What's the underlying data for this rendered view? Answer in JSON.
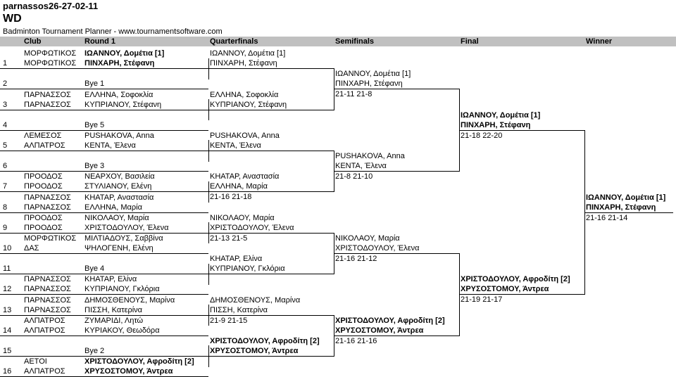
{
  "tournament": {
    "code": "parnassos26-27-02-11",
    "name": "WD",
    "subtitle": "Badminton Tournament Planner - www.tournamentsoftware.com"
  },
  "columns": [
    "Club",
    "Round 1",
    "Quarterfinals",
    "Semifinals",
    "Final",
    "Winner"
  ],
  "entries": [
    {
      "num": "1",
      "club1": "ΜΟΡΦΩΤΙΚΟΣ",
      "club2": "ΜΟΡΦΩΤΙΚΟΣ",
      "p1": "ΙΩΑΝΝΟΥ, Δομέτια [1]",
      "p2": "ΠΙΝΧΑΡΗ, Στέφανη",
      "bold": true
    },
    {
      "num": "2",
      "club1": "",
      "club2": "",
      "p1": "",
      "p2": "Bye 1",
      "bold": false
    },
    {
      "num": "3",
      "club1": "ΠΑΡΝΑΣΣΟΣ",
      "club2": "ΠΑΡΝΑΣΣΟΣ",
      "p1": "ΕΛΛΗΝΑ, Σοφοκλία",
      "p2": "ΚΥΠΡΙΑΝΟΥ, Στέφανη",
      "bold": false
    },
    {
      "num": "4",
      "club1": "",
      "club2": "",
      "p1": "",
      "p2": "Bye 5",
      "bold": false
    },
    {
      "num": "5",
      "club1": "ΛΕΜΕΣΟΣ",
      "club2": "ΑΛΠΑΤΡΟΣ",
      "p1": "PUSHAKOVA, Anna",
      "p2": "ΚΕΝΤΑ, Έλενα",
      "bold": false
    },
    {
      "num": "6",
      "club1": "",
      "club2": "",
      "p1": "",
      "p2": "Bye 3",
      "bold": false
    },
    {
      "num": "7",
      "club1": "ΠΡΟΟΔΟΣ",
      "club2": "ΠΡΟΟΔΟΣ",
      "p1": "ΝΕΑΡΧΟΥ, Βασιλεία",
      "p2": "ΣΤΥΛΙΑΝΟΥ, Ελένη",
      "bold": false
    },
    {
      "num": "8",
      "club1": "ΠΑΡΝΑΣΣΟΣ",
      "club2": "ΠΑΡΝΑΣΣΟΣ",
      "p1": "ΚΗΑΤΑΡ, Αναστασία",
      "p2": "ΕΛΛΗΝΑ, Μαρία",
      "bold": false
    },
    {
      "num": "9",
      "club1": "ΠΡΟΟΔΟΣ",
      "club2": "ΠΡΟΟΔΟΣ",
      "p1": "ΝΙΚΟΛΑΟΥ, Μαρία",
      "p2": "ΧΡΙΣΤΟΔΟΥΛΟΥ, Έλενα",
      "bold": false
    },
    {
      "num": "10",
      "club1": "ΜΟΡΦΩΤΙΚΟΣ",
      "club2": "ΔΑΣ",
      "p1": "ΜΙΛΤΙΑΔΟΥΣ, Σαββίνα",
      "p2": "ΨΗΛΟΓΕΝΗ, Ελένη",
      "bold": false
    },
    {
      "num": "11",
      "club1": "",
      "club2": "",
      "p1": "",
      "p2": "Bye 4",
      "bold": false
    },
    {
      "num": "12",
      "club1": "ΠΑΡΝΑΣΣΟΣ",
      "club2": "ΠΑΡΝΑΣΣΟΣ",
      "p1": "ΚΗΑΤΑΡ, Ελίνα",
      "p2": "ΚΥΠΡΙΑΝΟΥ, Γκλόρια",
      "bold": false
    },
    {
      "num": "13",
      "club1": "ΠΑΡΝΑΣΣΟΣ",
      "club2": "ΠΑΡΝΑΣΣΟΣ",
      "p1": "ΔΗΜΟΣΘΕΝΟΥΣ, Μαρίνα",
      "p2": "ΠΙΣΣΗ, Κατερίνα",
      "bold": false
    },
    {
      "num": "14",
      "club1": "ΑΛΠΑΤΡΟΣ",
      "club2": "ΑΛΠΑΤΡΟΣ",
      "p1": "ΖΥΜΑΡΙΔΙ, Λητώ",
      "p2": "ΚΥΡΙΑΚΟΥ, Θεωδόρα",
      "bold": false
    },
    {
      "num": "15",
      "club1": "",
      "club2": "",
      "p1": "",
      "p2": "Bye 2",
      "bold": false
    },
    {
      "num": "16",
      "club1": "ΑΕΤΟΙ",
      "club2": "ΑΛΠΑΤΡΟΣ",
      "p1": "ΧΡΙΣΤΟΔΟΥΛΟΥ, Αφροδίτη [2]",
      "p2": "ΧΡΥΣΟΣΤΟΜΟΥ, Άντρεα",
      "bold": true
    }
  ],
  "quarterfinals": [
    {
      "p1": "ΙΩΑΝΝΟΥ, Δομέτια [1]",
      "p2": "ΠΙΝΧΑΡΗ, Στέφανη",
      "score": "",
      "bold": false
    },
    {
      "p1": "ΕΛΛΗΝΑ, Σοφοκλία",
      "p2": "ΚΥΠΡΙΑΝΟΥ, Στέφανη",
      "score": "",
      "bold": false
    },
    {
      "p1": "PUSHAKOVA, Anna",
      "p2": "ΚΕΝΤΑ, Έλενα",
      "score": "",
      "bold": false
    },
    {
      "p1": "ΚΗΑΤΑΡ, Αναστασία",
      "p2": "ΕΛΛΗΝΑ, Μαρία",
      "score": "21-16 21-18",
      "bold": false
    },
    {
      "p1": "ΝΙΚΟΛΑΟΥ, Μαρία",
      "p2": "ΧΡΙΣΤΟΔΟΥΛΟΥ, Έλενα",
      "score": "21-13 21-5",
      "bold": false
    },
    {
      "p1": "ΚΗΑΤΑΡ, Ελίνα",
      "p2": "ΚΥΠΡΙΑΝΟΥ, Γκλόρια",
      "score": "",
      "bold": false
    },
    {
      "p1": "ΔΗΜΟΣΘΕΝΟΥΣ, Μαρίνα",
      "p2": "ΠΙΣΣΗ, Κατερίνα",
      "score": "21-9 21-15",
      "bold": false
    },
    {
      "p1": "ΧΡΙΣΤΟΔΟΥΛΟΥ, Αφροδίτη [2]",
      "p2": "ΧΡΥΣΟΣΤΟΜΟΥ, Άντρεα",
      "score": "",
      "bold": true
    }
  ],
  "semifinals": [
    {
      "p1": "ΙΩΑΝΝΟΥ, Δομέτια [1]",
      "p2": "ΠΙΝΧΑΡΗ, Στέφανη",
      "score": "21-11 21-8",
      "bold": false
    },
    {
      "p1": "PUSHAKOVA, Anna",
      "p2": "ΚΕΝΤΑ, Έλενα",
      "score": "21-8 21-10",
      "bold": false
    },
    {
      "p1": "ΝΙΚΟΛΑΟΥ, Μαρία",
      "p2": "ΧΡΙΣΤΟΔΟΥΛΟΥ, Έλενα",
      "score": "21-16 21-12",
      "bold": false
    },
    {
      "p1": "ΧΡΙΣΤΟΔΟΥΛΟΥ, Αφροδίτη [2]",
      "p2": "ΧΡΥΣΟΣΤΟΜΟΥ, Άντρεα",
      "score": "21-16 21-16",
      "bold": true
    }
  ],
  "finals": [
    {
      "p1": "ΙΩΑΝΝΟΥ, Δομέτια [1]",
      "p2": "ΠΙΝΧΑΡΗ, Στέφανη",
      "score": "21-18 22-20",
      "bold": true
    },
    {
      "p1": "ΧΡΙΣΤΟΔΟΥΛΟΥ, Αφροδίτη [2]",
      "p2": "ΧΡΥΣΟΣΤΟΜΟΥ, Άντρεα",
      "score": "21-19 21-17",
      "bold": true
    }
  ],
  "winner": {
    "p1": "ΙΩΑΝΝΟΥ, Δομέτια [1]",
    "p2": "ΠΙΝΧΑΡΗ, Στέφανη",
    "score": "21-16 21-14",
    "bold": true
  }
}
